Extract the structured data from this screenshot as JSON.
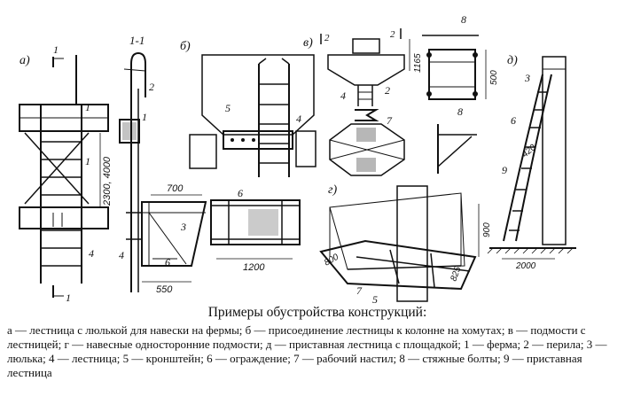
{
  "caption": {
    "title": "Примеры обустройства конструкций:",
    "text": "а — лестница с люлькой для навески на фермы; б — присоединение лестницы к колонне на хомутах; в — подмости с лестницей; г — навесные односторонние подмости; д — приставная лестница с площадкой; 1 — ферма; 2 — перила; 3 — люлька; 4 — лестница; 5 — кронштейн; 6 — ограждение; 7 — рабочий настил; 8 — стяжные болты; 9 — приставная лестница"
  },
  "panels": {
    "a": "а)",
    "b": "б)",
    "v": "в)",
    "g": "г)",
    "d": "д)"
  },
  "section": "1-1",
  "cut": {
    "one": "1",
    "two": "2"
  },
  "dims": {
    "d2300": "2300, 4000",
    "d700": "700",
    "d550": "550",
    "d1200": "1200",
    "d1165": "1165",
    "d500": "500",
    "d900": "900",
    "d800": "800",
    "d825": "825",
    "d420": "420",
    "d2000": "2000"
  },
  "callouts": {
    "n1": "1",
    "n2": "2",
    "n3": "3",
    "n4": "4",
    "n5": "5",
    "n6": "6",
    "n7": "7",
    "n8": "8",
    "n9": "9"
  },
  "colors": {
    "ink": "#111111",
    "background": "#ffffff"
  }
}
